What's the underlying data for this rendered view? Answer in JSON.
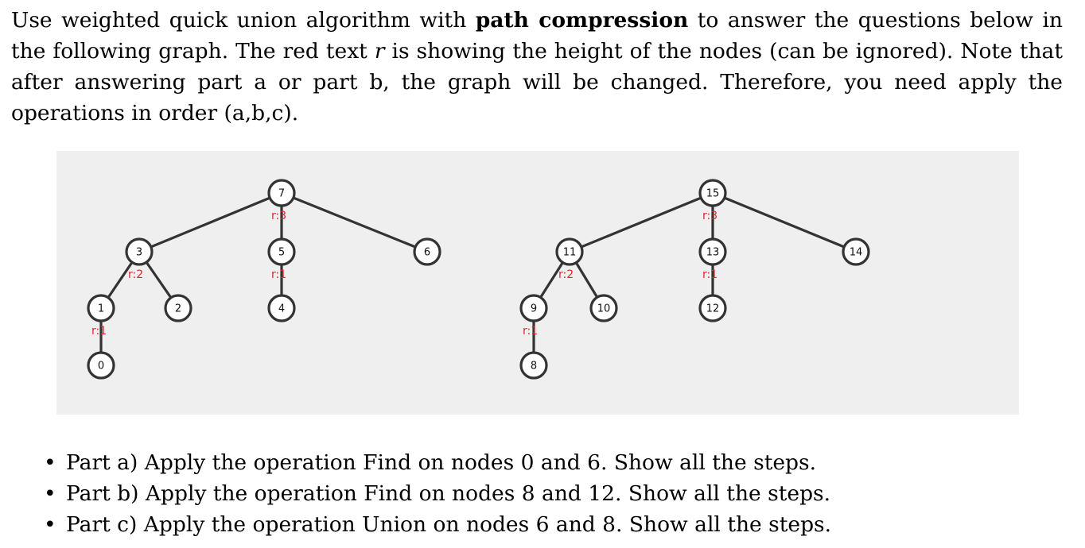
{
  "intro": {
    "seg1": "Use weighted quick union algorithm with ",
    "bold": "path compression",
    "seg2": " to answer the questions below in the following graph. The red text ",
    "var": "r",
    "seg3": " is showing the height of the nodes (can be ignored). Note that after answering part a or part b, the graph will be changed. Therefore, you need apply the operations in order (a,b,c)."
  },
  "graph": {
    "rank_prefix": "r:",
    "nodes": [
      {
        "id": "0",
        "label": "0"
      },
      {
        "id": "1",
        "label": "1"
      },
      {
        "id": "2",
        "label": "2"
      },
      {
        "id": "3",
        "label": "3"
      },
      {
        "id": "4",
        "label": "4"
      },
      {
        "id": "5",
        "label": "5"
      },
      {
        "id": "6",
        "label": "6"
      },
      {
        "id": "7",
        "label": "7"
      },
      {
        "id": "8",
        "label": "8"
      },
      {
        "id": "9",
        "label": "9"
      },
      {
        "id": "10",
        "label": "10"
      },
      {
        "id": "11",
        "label": "11"
      },
      {
        "id": "12",
        "label": "12"
      },
      {
        "id": "13",
        "label": "13"
      },
      {
        "id": "14",
        "label": "14"
      },
      {
        "id": "15",
        "label": "15"
      }
    ],
    "edges": [
      {
        "child": "3",
        "parent": "7"
      },
      {
        "child": "5",
        "parent": "7"
      },
      {
        "child": "6",
        "parent": "7"
      },
      {
        "child": "1",
        "parent": "3"
      },
      {
        "child": "2",
        "parent": "3"
      },
      {
        "child": "4",
        "parent": "5"
      },
      {
        "child": "0",
        "parent": "1"
      },
      {
        "child": "11",
        "parent": "15"
      },
      {
        "child": "13",
        "parent": "15"
      },
      {
        "child": "14",
        "parent": "15"
      },
      {
        "child": "9",
        "parent": "11"
      },
      {
        "child": "10",
        "parent": "11"
      },
      {
        "child": "12",
        "parent": "13"
      },
      {
        "child": "8",
        "parent": "9"
      }
    ],
    "ranks": [
      {
        "node": "7",
        "value": "3"
      },
      {
        "node": "3",
        "value": "2"
      },
      {
        "node": "5",
        "value": "1"
      },
      {
        "node": "1",
        "value": "1"
      },
      {
        "node": "15",
        "value": "3"
      },
      {
        "node": "11",
        "value": "2"
      },
      {
        "node": "13",
        "value": "1"
      },
      {
        "node": "9",
        "value": "1"
      }
    ]
  },
  "parts": [
    {
      "bullet": "•",
      "text": "Part a) Apply the operation Find on nodes 0 and 6. Show all the steps."
    },
    {
      "bullet": "•",
      "text": "Part b) Apply the operation Find on nodes 8 and 12. Show all the steps."
    },
    {
      "bullet": "•",
      "text": "Part c) Apply the operation Union on nodes 6 and 8. Show all the steps."
    }
  ]
}
